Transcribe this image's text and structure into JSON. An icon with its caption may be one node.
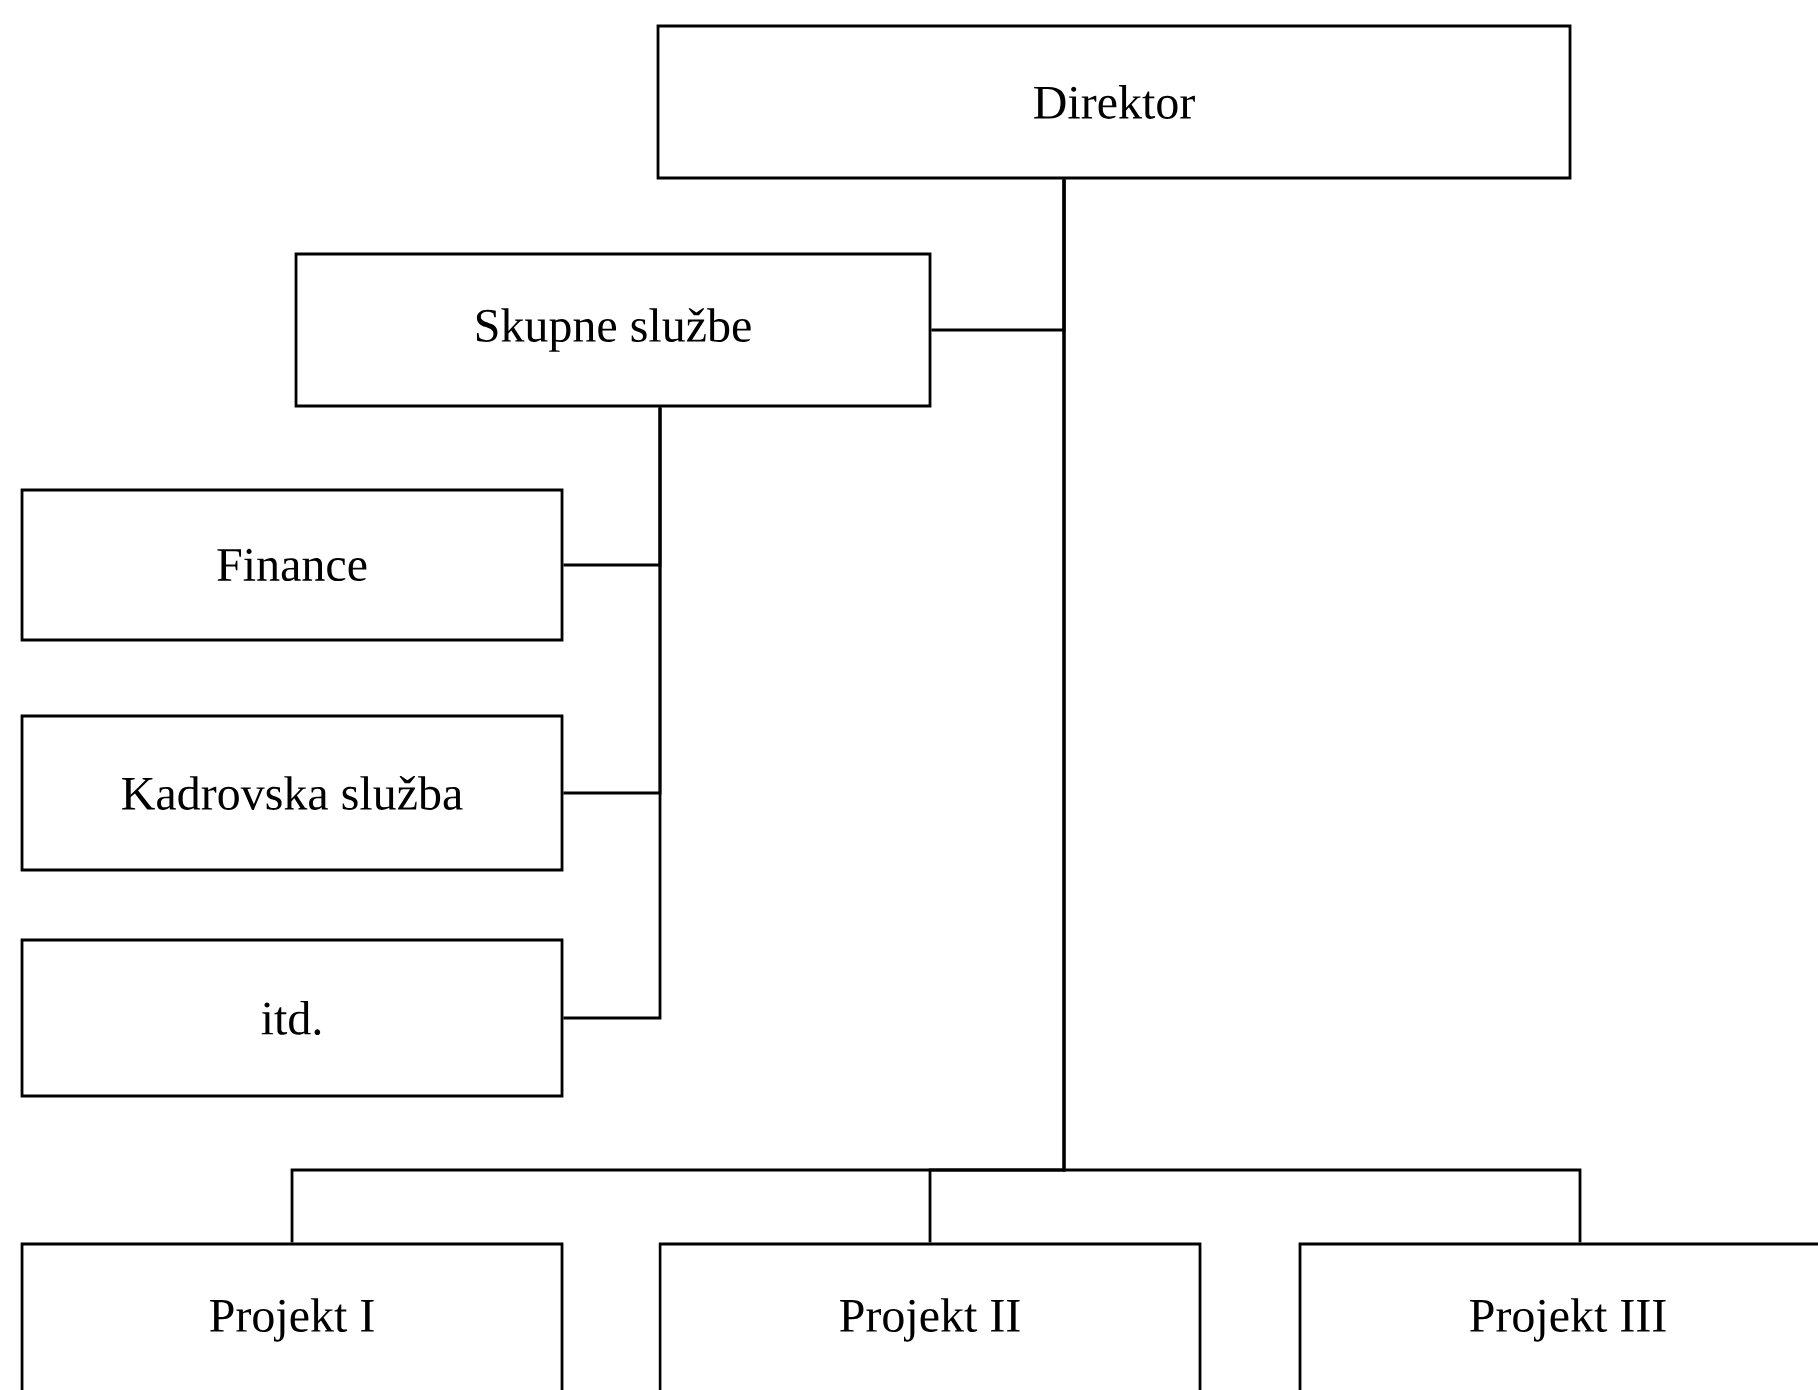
{
  "diagram": {
    "nodes": [
      {
        "text": [
          "Direktor"
        ]
      },
      {
        "text": [
          "Skupne službe"
        ]
      },
      {
        "text": [
          "Finance"
        ]
      },
      {
        "text": [
          "Kadrovska služba"
        ]
      },
      {
        "text": [
          "itd."
        ]
      },
      {
        "text": [
          "Projekt I"
        ]
      },
      {
        "text": [
          "Projekt II"
        ]
      },
      {
        "text": [
          "Projekt III"
        ]
      }
    ],
    "edges": [
      {
        "from": 0,
        "to": 1,
        "arrow": "none"
      },
      {
        "from": 1,
        "to": 2,
        "arrow": "none"
      },
      {
        "from": 1,
        "to": 3,
        "arrow": "none"
      },
      {
        "from": 1,
        "to": 4,
        "arrow": "none"
      },
      {
        "from": 0,
        "to": 5,
        "arrow": "none"
      },
      {
        "from": 0,
        "to": 6,
        "arrow": "none"
      },
      {
        "from": 0,
        "to": 7,
        "arrow": "none"
      }
    ]
  }
}
